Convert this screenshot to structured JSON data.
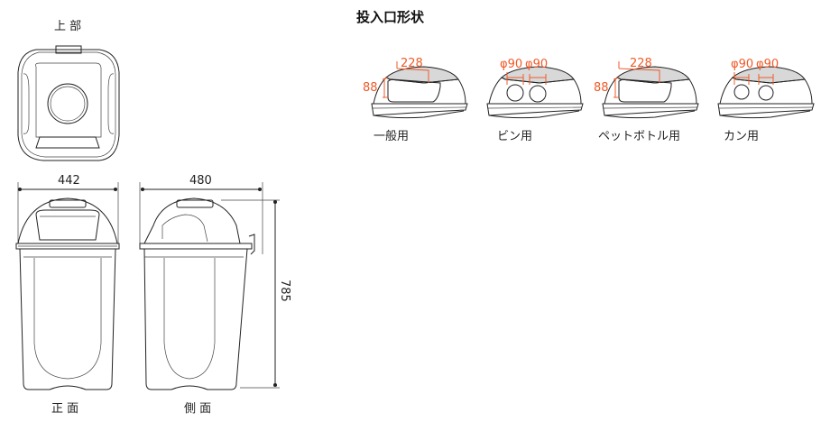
{
  "views": {
    "top_label": "上 部",
    "front_label": "正 面",
    "side_label": "側 面"
  },
  "dimensions": {
    "front_width": "442",
    "side_depth": "480",
    "height": "785"
  },
  "openings": {
    "title": "投入口形状",
    "accent_color": "#f05a28",
    "items": [
      {
        "label": "一般用",
        "width_dim": "228",
        "height_dim": "88"
      },
      {
        "label": "ビン用",
        "hole1_dim": "φ90",
        "hole2_dim": "φ90"
      },
      {
        "label": "ペットボトル用",
        "width_dim": "228",
        "height_dim": "88"
      },
      {
        "label": "カン用",
        "hole1_dim": "φ90",
        "hole2_dim": "φ90"
      }
    ]
  }
}
